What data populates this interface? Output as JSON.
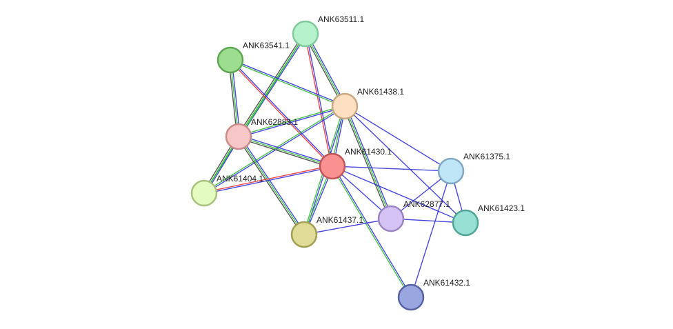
{
  "nodes": [
    {
      "id": "ANK63511.1",
      "label": "ANK63511.1",
      "fill": "#b6f2cc",
      "stroke": "#7fc99a"
    },
    {
      "id": "ANK63541.1",
      "label": "ANK63541.1",
      "fill": "#9ddd8f",
      "stroke": "#5da653"
    },
    {
      "id": "ANK61438.1",
      "label": "ANK61438.1",
      "fill": "#fde0c2",
      "stroke": "#c9a77f"
    },
    {
      "id": "ANK62883.1",
      "label": "ANK62883.1",
      "fill": "#f7c6c6",
      "stroke": "#c98a8a"
    },
    {
      "id": "ANK61430.1",
      "label": "ANK61430.1",
      "fill": "#fa9191",
      "stroke": "#c25454"
    },
    {
      "id": "ANK61404.1",
      "label": "ANK61404.1",
      "fill": "#e3fbc0",
      "stroke": "#a6c27e"
    },
    {
      "id": "ANK61375.1",
      "label": "ANK61375.1",
      "fill": "#bfe6f7",
      "stroke": "#7fa9c2"
    },
    {
      "id": "ANK62877.1",
      "label": "ANK62877.1",
      "fill": "#d6c3f6",
      "stroke": "#9a85c4"
    },
    {
      "id": "ANK61423.1",
      "label": "ANK61423.1",
      "fill": "#99e0d4",
      "stroke": "#4fa595"
    },
    {
      "id": "ANK61437.1",
      "label": "ANK61437.1",
      "fill": "#e0db97",
      "stroke": "#a39e52"
    },
    {
      "id": "ANK61432.1",
      "label": "ANK61432.1",
      "fill": "#9aa6e0",
      "stroke": "#5563a3"
    }
  ],
  "edge_colors": {
    "blue": "#3333dd",
    "green": "#33bb33",
    "red": "#ee3333",
    "dark": "#444444"
  },
  "edges": [
    {
      "from": "ANK63511.1",
      "to": "ANK61430.1",
      "colors": [
        "blue",
        "red"
      ]
    },
    {
      "from": "ANK63511.1",
      "to": "ANK61438.1",
      "colors": [
        "blue",
        "green",
        "dark"
      ]
    },
    {
      "from": "ANK63511.1",
      "to": "ANK62883.1",
      "colors": [
        "blue",
        "green",
        "dark"
      ]
    },
    {
      "from": "ANK63511.1",
      "to": "ANK61404.1",
      "colors": [
        "green"
      ]
    },
    {
      "from": "ANK63541.1",
      "to": "ANK62883.1",
      "colors": [
        "blue",
        "green",
        "dark"
      ]
    },
    {
      "from": "ANK63541.1",
      "to": "ANK61430.1",
      "colors": [
        "blue",
        "red"
      ]
    },
    {
      "from": "ANK63541.1",
      "to": "ANK61438.1",
      "colors": [
        "blue",
        "green"
      ]
    },
    {
      "from": "ANK61438.1",
      "to": "ANK62883.1",
      "colors": [
        "blue",
        "green"
      ]
    },
    {
      "from": "ANK61438.1",
      "to": "ANK61430.1",
      "colors": [
        "blue",
        "green"
      ]
    },
    {
      "from": "ANK61438.1",
      "to": "ANK61404.1",
      "colors": [
        "blue",
        "green"
      ]
    },
    {
      "from": "ANK61438.1",
      "to": "ANK61437.1",
      "colors": [
        "blue",
        "green"
      ]
    },
    {
      "from": "ANK61438.1",
      "to": "ANK62877.1",
      "colors": [
        "blue",
        "green",
        "dark"
      ]
    },
    {
      "from": "ANK61438.1",
      "to": "ANK61375.1",
      "colors": [
        "blue"
      ]
    },
    {
      "from": "ANK61438.1",
      "to": "ANK61423.1",
      "colors": [
        "blue"
      ]
    },
    {
      "from": "ANK62883.1",
      "to": "ANK61430.1",
      "colors": [
        "blue",
        "green",
        "dark"
      ]
    },
    {
      "from": "ANK62883.1",
      "to": "ANK61404.1",
      "colors": [
        "blue",
        "green",
        "dark"
      ]
    },
    {
      "from": "ANK62883.1",
      "to": "ANK61437.1",
      "colors": [
        "blue",
        "green",
        "dark"
      ]
    },
    {
      "from": "ANK61430.1",
      "to": "ANK61404.1",
      "colors": [
        "blue",
        "red"
      ]
    },
    {
      "from": "ANK61430.1",
      "to": "ANK61437.1",
      "colors": [
        "blue",
        "green"
      ]
    },
    {
      "from": "ANK61430.1",
      "to": "ANK62877.1",
      "colors": [
        "blue"
      ]
    },
    {
      "from": "ANK61430.1",
      "to": "ANK61375.1",
      "colors": [
        "blue"
      ]
    },
    {
      "from": "ANK61430.1",
      "to": "ANK61423.1",
      "colors": [
        "blue"
      ]
    },
    {
      "from": "ANK61430.1",
      "to": "ANK61432.1",
      "colors": [
        "blue",
        "green"
      ]
    },
    {
      "from": "ANK61375.1",
      "to": "ANK62877.1",
      "colors": [
        "blue"
      ]
    },
    {
      "from": "ANK61375.1",
      "to": "ANK61423.1",
      "colors": [
        "blue"
      ]
    },
    {
      "from": "ANK61375.1",
      "to": "ANK61432.1",
      "colors": [
        "blue"
      ]
    },
    {
      "from": "ANK62877.1",
      "to": "ANK61423.1",
      "colors": [
        "blue"
      ]
    },
    {
      "from": "ANK62877.1",
      "to": "ANK61437.1",
      "colors": [
        "blue"
      ]
    }
  ]
}
